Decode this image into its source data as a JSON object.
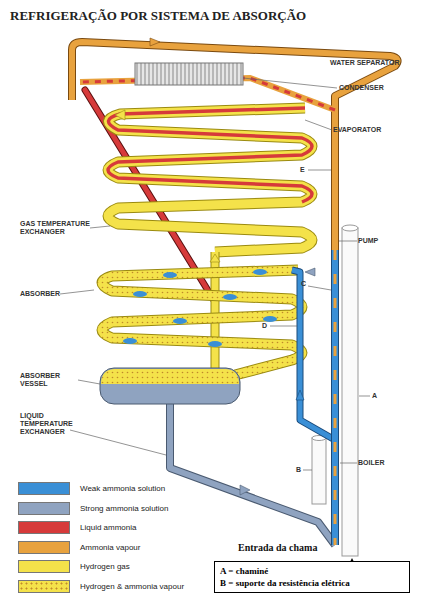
{
  "diagram": {
    "title": "REFRIGERAÇÃO POR SISTEMA DE ABSORÇÃO",
    "nodes": [
      {
        "text": [
          "A = chaminé",
          "B = suporte da resistência elétrica"
        ]
      }
    ],
    "labels": [
      "WATER SEPARATOR",
      "CONDENSER",
      "EVAPORATOR",
      "E",
      "GAS TEMPERATURE EXCHANGER",
      "PUMP",
      "ABSORBER",
      "C",
      "D",
      "ABSORBER VESSEL",
      "A",
      "LIQUID TEMPERATURE EXCHANGER",
      "BOILER",
      "B",
      "Entrada da chama"
    ],
    "legend": [
      {
        "text": "Weak ammonia solution",
        "color": "#3a8fd6"
      },
      {
        "text": "Strong ammonia solution",
        "color": "#8fa3c0"
      },
      {
        "text": "Liquid ammonia",
        "color": "#d63a3a"
      },
      {
        "text": "Ammonia vapour",
        "color": "#e8a23e"
      },
      {
        "text": "Hydrogen gas",
        "color": "#f4e24a"
      },
      {
        "text": "Hydrogen & ammonia vapour",
        "color": "#f4e24a"
      }
    ]
  }
}
